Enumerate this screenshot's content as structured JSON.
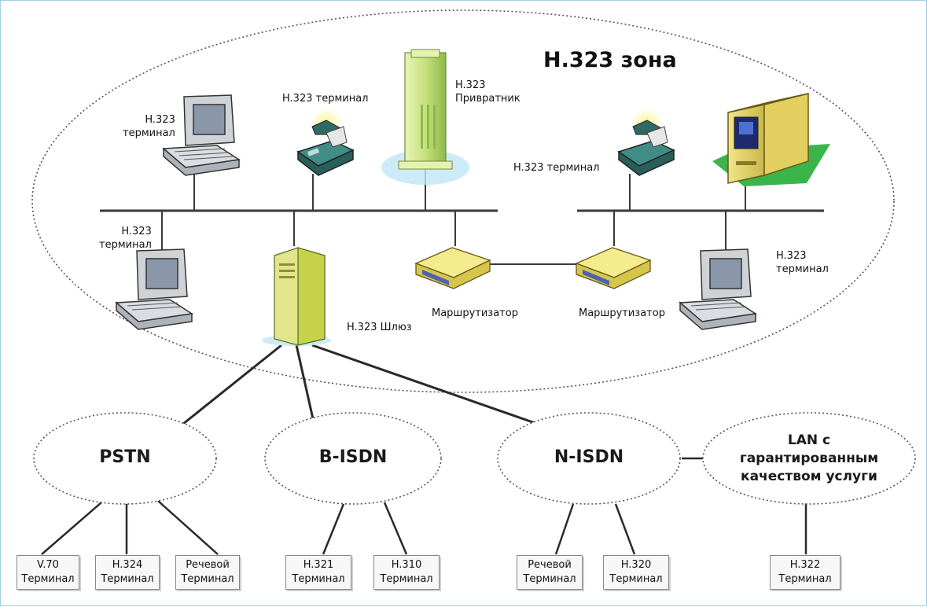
{
  "zone": {
    "title": "H.323 зона"
  },
  "devices": {
    "terminal_top_left": "H.323\nтерминал",
    "terminal_fax_top": "H.323 терминал",
    "gatekeeper": "H.323\nПривратник",
    "terminal_fax_right": "H.323 терминал",
    "terminal_mid_left": "H.323\nтерминал",
    "terminal_mid_right": "H.323\nтерминал",
    "gateway": "H.323 Шлюз",
    "router_left": "Маршрутизатор",
    "router_right": "Маршрутизатор"
  },
  "networks": {
    "pstn": "PSTN",
    "bisdn": "B-ISDN",
    "nisdn": "N-ISDN",
    "lan": "LAN с\nгарантированным\nкачеством услуги"
  },
  "terminals": [
    {
      "line1": "V.70",
      "line2": "Терминал"
    },
    {
      "line1": "H.324",
      "line2": "Терминал"
    },
    {
      "line1": "Речевой",
      "line2": "Терминал"
    },
    {
      "line1": "H.321",
      "line2": "Терминал"
    },
    {
      "line1": "H.310",
      "line2": "Терминал"
    },
    {
      "line1": "Речевой",
      "line2": "Терминал"
    },
    {
      "line1": "H.320",
      "line2": "Терминал"
    },
    {
      "line1": "H.322",
      "line2": "Терминал"
    }
  ],
  "colors": {
    "line": "#3a3a3a",
    "dotted": "#555555",
    "border": "#9ecfe8"
  }
}
